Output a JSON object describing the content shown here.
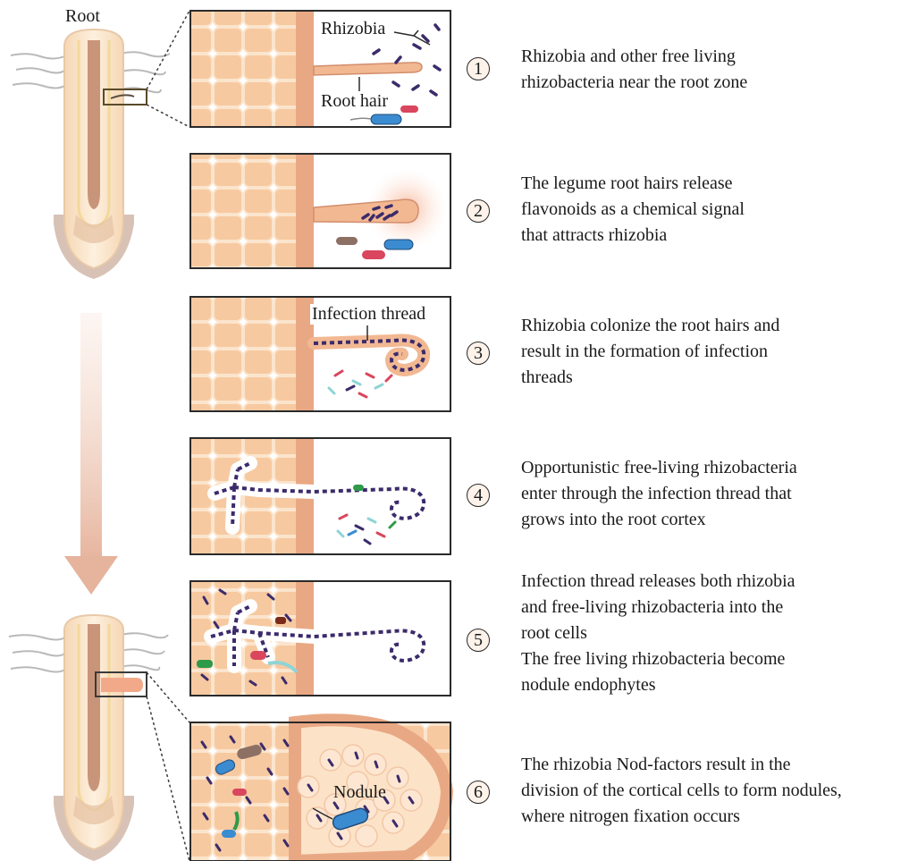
{
  "labels": {
    "root": "Root",
    "rhizobia": "Rhizobia",
    "root_hair": "Root hair",
    "infection_thread": "Infection thread",
    "nodule": "Nodule"
  },
  "steps": [
    {
      "number": "1",
      "lines": [
        "Rhizobia and other free living",
        "rhizobacteria near the root zone"
      ]
    },
    {
      "number": "2",
      "lines": [
        "The legume root hairs release",
        "flavonoids as a chemical signal",
        "that attracts rhizobia"
      ]
    },
    {
      "number": "3",
      "lines": [
        "Rhizobia colonize the root hairs and",
        "result in the formation of infection",
        "threads"
      ]
    },
    {
      "number": "4",
      "lines": [
        "Opportunistic free-living rhizobacteria",
        "enter through the infection thread that",
        "grows into the root cortex"
      ]
    },
    {
      "number": "5",
      "lines": [
        "Infection thread releases both rhizobia",
        "and free-living rhizobacteria into the",
        "root cells",
        "The free living rhizobacteria become",
        "nodule endophytes"
      ]
    },
    {
      "number": "6",
      "lines": [
        "The rhizobia Nod-factors result in the",
        "division of the cortical cells to form nodules,",
        "where nitrogen fixation occurs"
      ]
    }
  ],
  "colors": {
    "cell_fill": "#f7c9a0",
    "cell_stroke": "#fbe4cc",
    "root_body": "#fbe7cd",
    "root_core": "#d9a27f",
    "arrow": "#e9bda6",
    "rhizobia": "#3b2b6b",
    "thread": "#f3b48f"
  }
}
